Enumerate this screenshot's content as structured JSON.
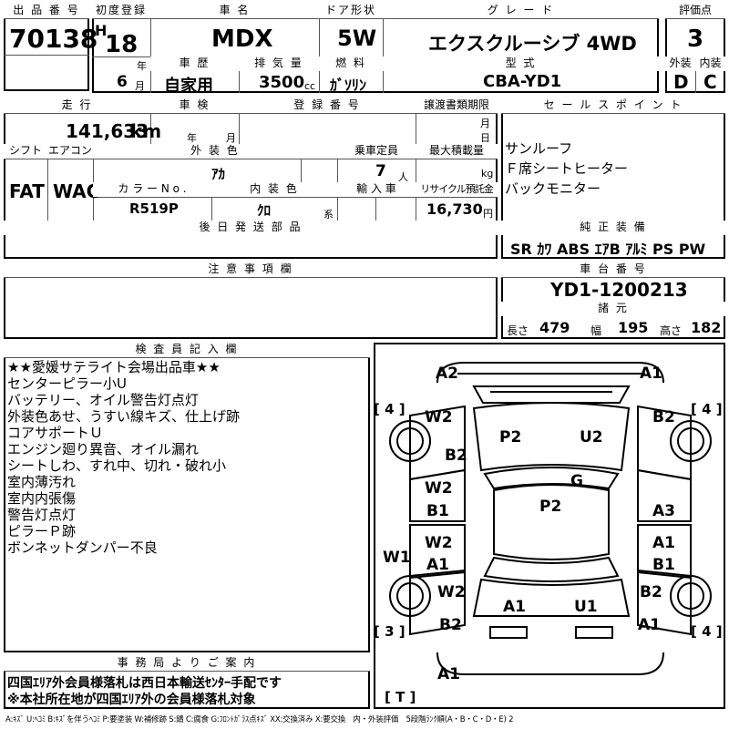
{
  "header": {
    "lot_label": "出 品 番 号",
    "lot_no": "70138",
    "first_reg_label": "初度登録",
    "era": "H",
    "year": "18",
    "year_unit": "年",
    "month": "6",
    "month_unit": "月",
    "car_name_label": "車 名",
    "car_name": "MDX",
    "door_label": "ドア形状",
    "door": "5W",
    "grade_label": "グ レ ー ド",
    "grade": "エクスクルーシブ 4WD",
    "score_label": "評価点",
    "score": "3",
    "history_label": "車 歴",
    "history": "自家用",
    "displacement_label": "排 気 量",
    "displacement": "3500",
    "displacement_unit": "cc",
    "fuel_label": "燃 料",
    "fuel": "ｶﾞｿﾘﾝ",
    "model_label": "型 式",
    "model": "CBA-YD1",
    "ext_label": "外装",
    "ext": "D",
    "int_label": "内装",
    "int": "C"
  },
  "row2": {
    "mileage_label": "走 行",
    "mileage": "141,633",
    "mileage_unit": "km",
    "inspection_label": "車 検",
    "insp_year": "年",
    "insp_month": "月",
    "reg_label": "登 録 番 号",
    "transfer_label": "譲渡書類期限",
    "transfer_month": "月",
    "transfer_day": "日",
    "shift_label": "シフト",
    "shift": "FAT",
    "ac_label": "エアコン",
    "ac": "WAC",
    "color_label": "外 装 色",
    "color": "ｱｶ",
    "capacity_label": "乗車定員",
    "capacity": "7",
    "capacity_unit": "人",
    "load_label": "最大積載量",
    "load_unit": "kg",
    "color_no_label": "カ ラ ー N o .",
    "color_no": "R519P",
    "interior_label": "内 装 色",
    "interior": "ｸﾛ",
    "interior_unit": "系",
    "import_label": "輸 入 車",
    "recycle_label": "リサイクル預託金",
    "recycle": "16,730",
    "recycle_unit": "円",
    "later_label": "後 日 発 送 部 品"
  },
  "sales": {
    "label": "セ ー ル ス ポ イ ン ト",
    "points": [
      "サンルーフ",
      "Ｆ席シートヒーター",
      "バックモニター"
    ],
    "equip_label": "純 正 装 備",
    "equipment": "SR ｶﾜ ABS ｴｱB ｱﾙﾐ PS PW"
  },
  "notes": {
    "label": "注 意 事 項 欄"
  },
  "chassis": {
    "label": "車 台 番 号",
    "number": "YD1-1200213",
    "spec_label": "諸 元",
    "length_label": "長さ",
    "length": "479",
    "width_label": "幅",
    "width": "195",
    "height_label": "高さ",
    "height": "182"
  },
  "inspector": {
    "label": "検 査 員 記 入 欄",
    "lines": [
      "★★愛媛サテライト会場出品車★★",
      "センターピラー小U",
      "バッテリー、オイル警告灯点灯",
      "外装色あせ、うすい線キズ、仕上げ跡",
      "コアサポートＵ",
      "エンジン廻り異音、オイル漏れ",
      "シートしわ、すれ中、切れ・破れ小",
      "室内薄汚れ",
      "室内内張傷",
      "警告灯点灯",
      "ピラーＰ跡",
      "ボンネットダンパー不良"
    ]
  },
  "office": {
    "label": "事 務 局 よ り ご 案 内",
    "lines": [
      "四国ｴﾘｱ外会員様落札は西日本輸送ｾﾝﾀｰ手配です",
      "※本社所在地が四国ｴﾘｱ外の会員様落札対象"
    ]
  },
  "diagram": {
    "marks": {
      "a2_top": "A2",
      "a1_top": "A1",
      "bracket_4_left": "[ 4 ]",
      "bracket_4_right": "[ 4 ]",
      "w2_front_left": "W2",
      "b2_front_right": "B2",
      "b2_hood_left": "B2",
      "p2_left": "P2",
      "u2_right": "U2",
      "g_roof": "G",
      "p2_roof": "P2",
      "w2_fd_left": "W2",
      "b1_fd_left": "B1",
      "a3_fd_right": "A3",
      "w2_rd_left": "W2",
      "a1_rd_left": "A1",
      "a1_rd_right": "A1",
      "b1_rd_right": "B1",
      "w1_left": "W1",
      "w2_rear_left": "W2",
      "b2_rear_right": "B2",
      "a1_trunk": "A1",
      "u1_trunk": "U1",
      "bracket_3_left": "[ 3 ]",
      "bracket_4_rear_right": "[ 4 ]",
      "b2_rear_qtr": "B2",
      "a1_rear_qtr": "A1",
      "a1_bumper": "A1",
      "bracket_t": "[ T ]"
    }
  },
  "legend": "A:ｷｽﾞ U:ﾍｺﾐ B:ｷｽﾞを伴うﾍｺﾐ P:要塗装 W:補修跡 S:錆 C:腐食 G:ﾌﾛﾝﾄｶﾞﾗｽ点ｷｽﾞ XX:交換済み X:要交換　内・外装評価　5段階ﾗﾝｸ順(A・B・C・D・E) 2"
}
